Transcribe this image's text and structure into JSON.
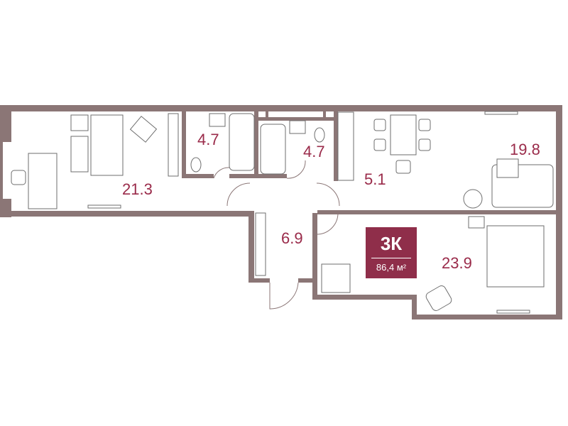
{
  "plan": {
    "rooms": [
      {
        "name": "bedroom-left",
        "area": "21.3"
      },
      {
        "name": "bathroom-1",
        "area": "4.7"
      },
      {
        "name": "bathroom-2",
        "area": "4.7"
      },
      {
        "name": "kitchen",
        "area": "5.1"
      },
      {
        "name": "living-room",
        "area": "19.8"
      },
      {
        "name": "hallway",
        "area": "6.9"
      },
      {
        "name": "bedroom-right",
        "area": "23.9"
      }
    ],
    "badge": {
      "type": "3К",
      "total_area": "86,4 м²"
    },
    "colors": {
      "wall": "#8b7676",
      "accent": "#8f2e4a",
      "label": "#9a2b4a"
    }
  }
}
